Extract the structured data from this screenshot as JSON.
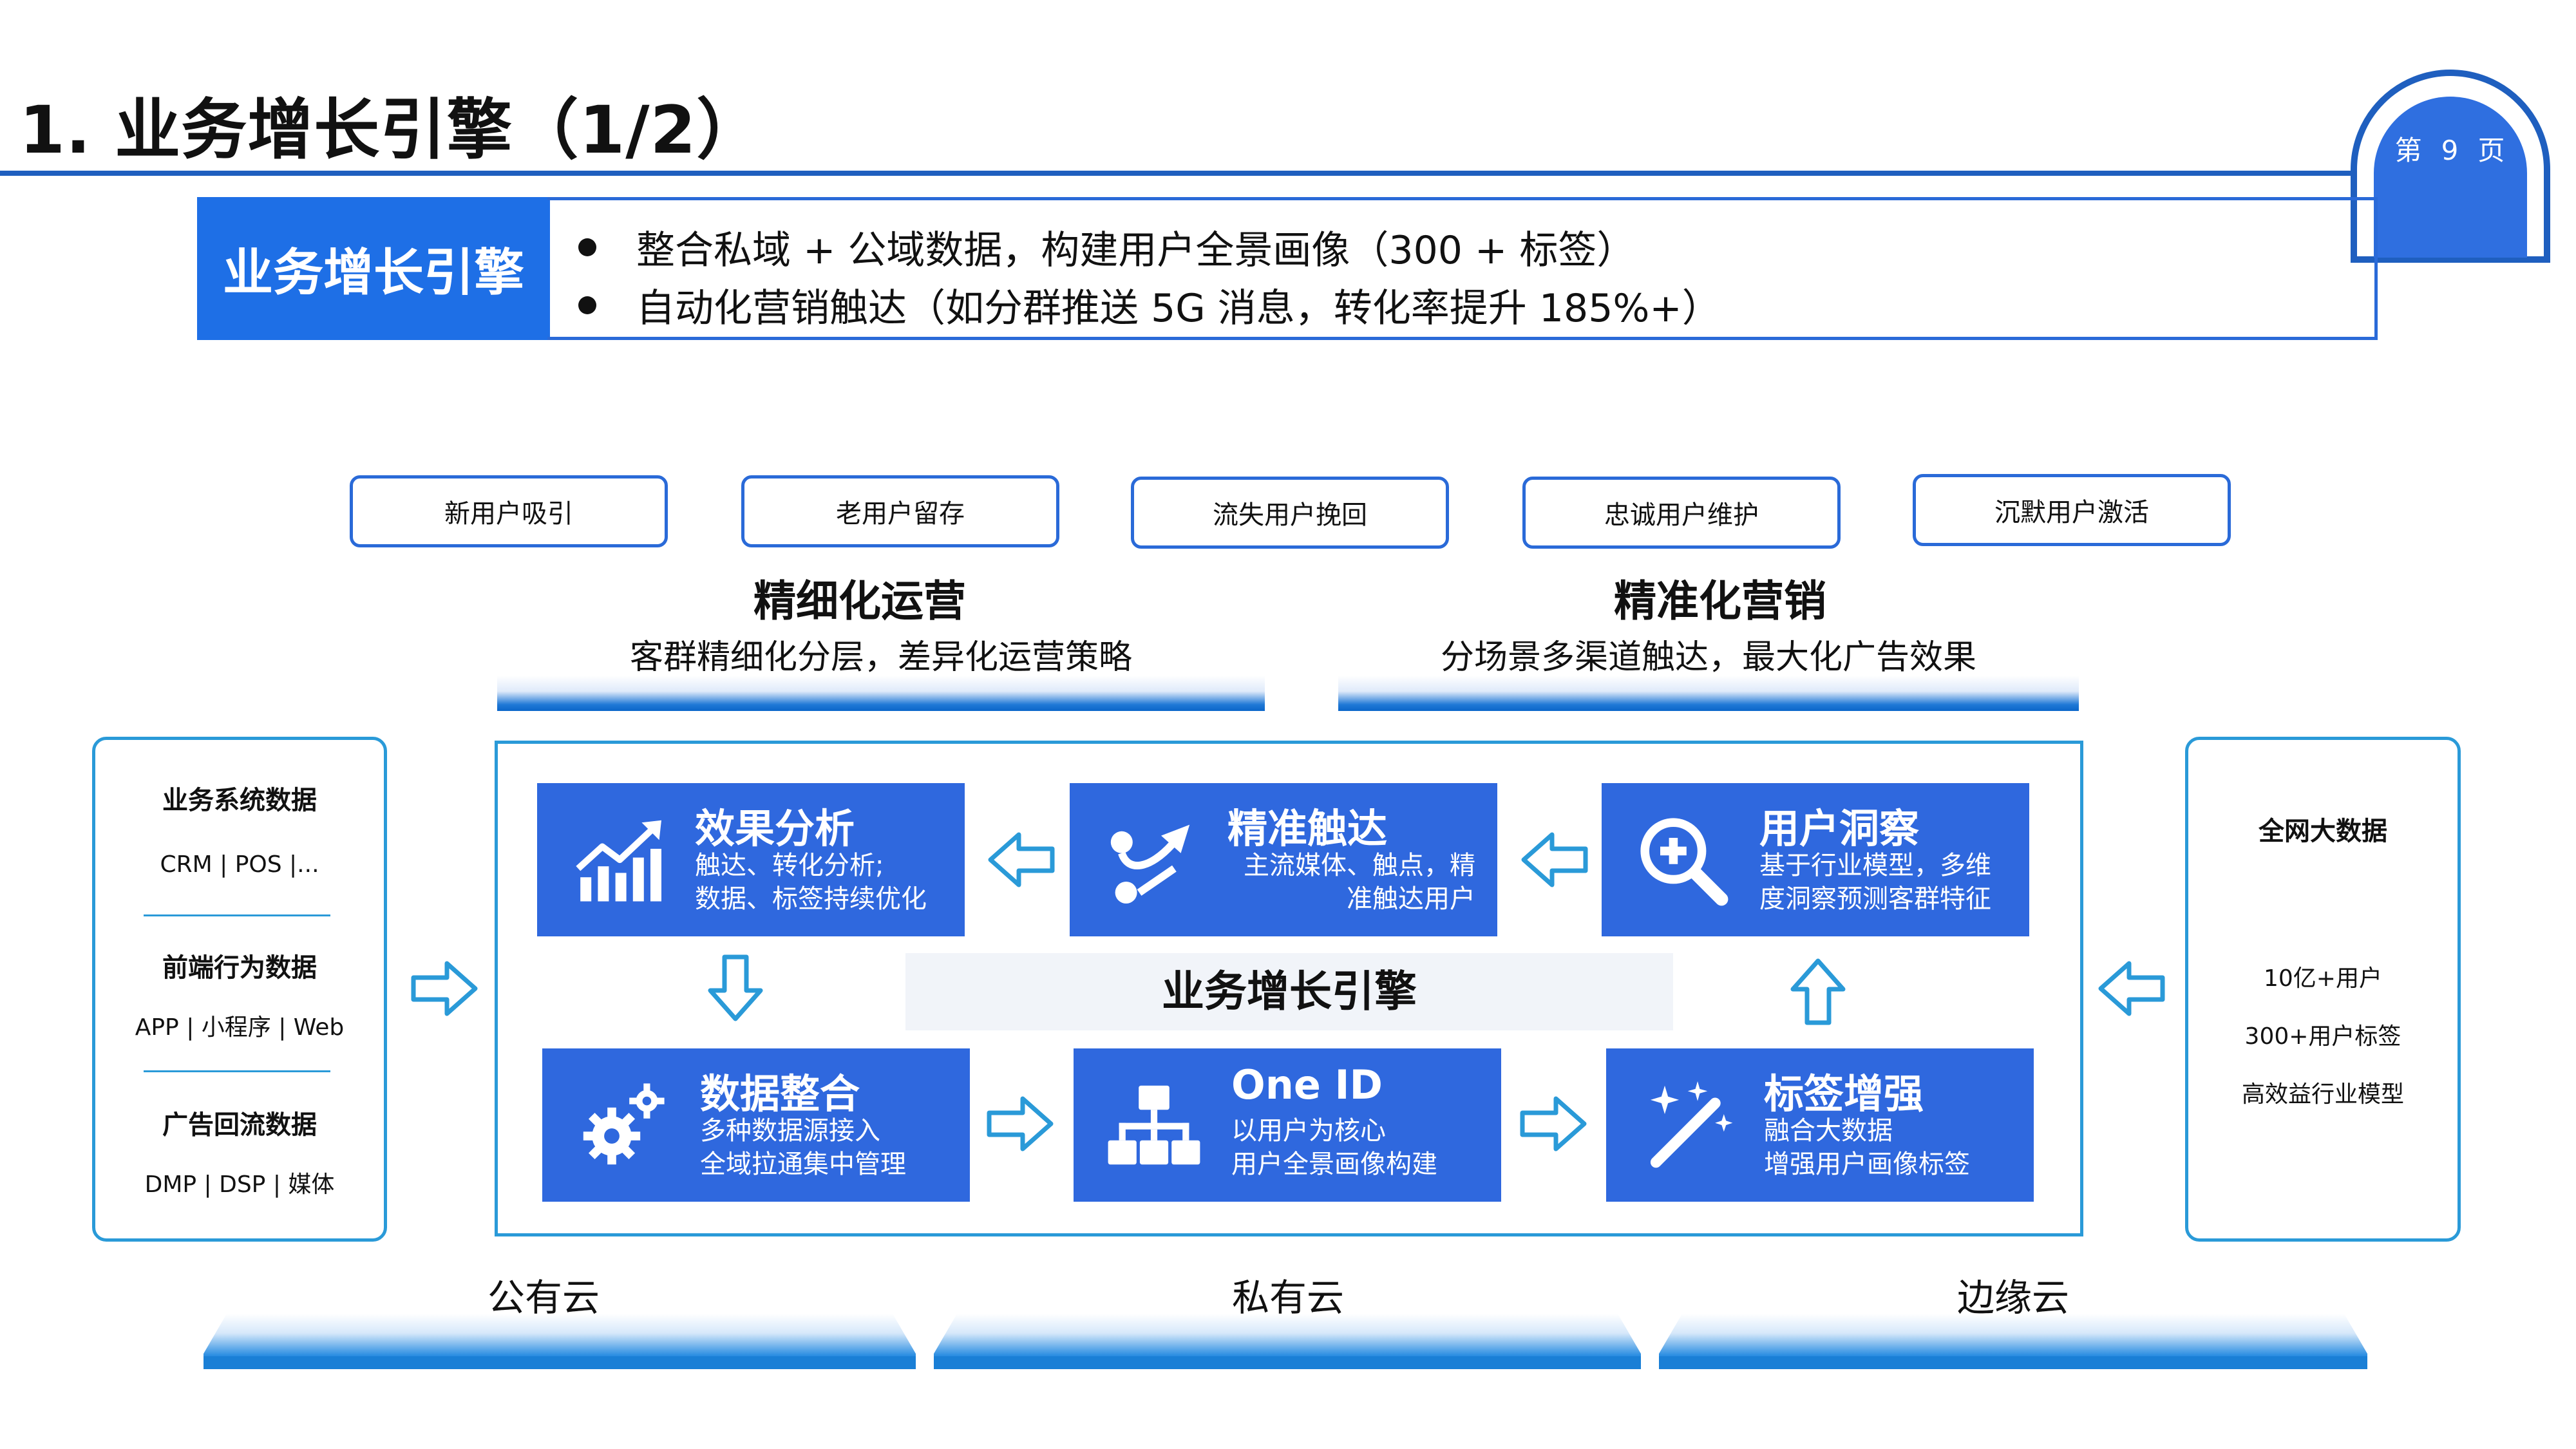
{
  "header": {
    "title": "1. 业务增长引擎（1/2）",
    "page_prefix": "第",
    "page_number": "9",
    "page_suffix": "页"
  },
  "banner": {
    "title": "业务增长引擎",
    "bullets": [
      "整合私域 + 公域数据，构建用户全景画像（300 + 标签）",
      "自动化营销触达（如分群推送 5G 消息，转化率提升 185%+）"
    ]
  },
  "tags": [
    "新用户吸引",
    "老用户留存",
    "流失用户挽回",
    "忠诚用户维护",
    "沉默用户激活"
  ],
  "operations": {
    "left_title": "精细化运营",
    "left_sub": "客群精细化分层，差异化运营策略",
    "right_title": "精准化营销",
    "right_sub": "分场景多渠道触达，最大化广告效果"
  },
  "left_panel": {
    "sections": [
      {
        "head": "业务系统数据",
        "text": "CRM | POS |..."
      },
      {
        "head": "前端行为数据",
        "text": "APP | 小程序 | Web"
      },
      {
        "head": "广告回流数据",
        "text": "DMP | DSP | 媒体"
      }
    ]
  },
  "right_panel": {
    "head": "全网大数据",
    "items": [
      "10亿+用户",
      "300+用户标签",
      "高效益行业模型"
    ]
  },
  "center": {
    "label": "业务增长引擎",
    "cards": {
      "analysis": {
        "title": "效果分析",
        "lines": [
          "触达、转化分析;",
          "数据、标签持续优化"
        ]
      },
      "reach": {
        "title": "精准触达",
        "lines": [
          "主流媒体、触点，精",
          "准触达用户"
        ]
      },
      "insight": {
        "title": "用户洞察",
        "lines": [
          "基于行业模型，多维",
          "度洞察预测客群特征"
        ]
      },
      "integrate": {
        "title": "数据整合",
        "lines": [
          "多种数据源接入",
          "全域拉通集中管理"
        ]
      },
      "oneid": {
        "title": "One ID",
        "lines": [
          "以用户为核心",
          "用户全景画像构建"
        ]
      },
      "tagboost": {
        "title": "标签增强",
        "lines": [
          "融合大数据",
          "增强用户画像标签"
        ]
      }
    }
  },
  "clouds": [
    "公有云",
    "私有云",
    "边缘云"
  ],
  "colors": {
    "primary_blue": "#2f68de",
    "banner_blue": "#1e6fe6",
    "frame_blue": "#2a9ad8",
    "rule_blue": "#1f5fbf"
  }
}
